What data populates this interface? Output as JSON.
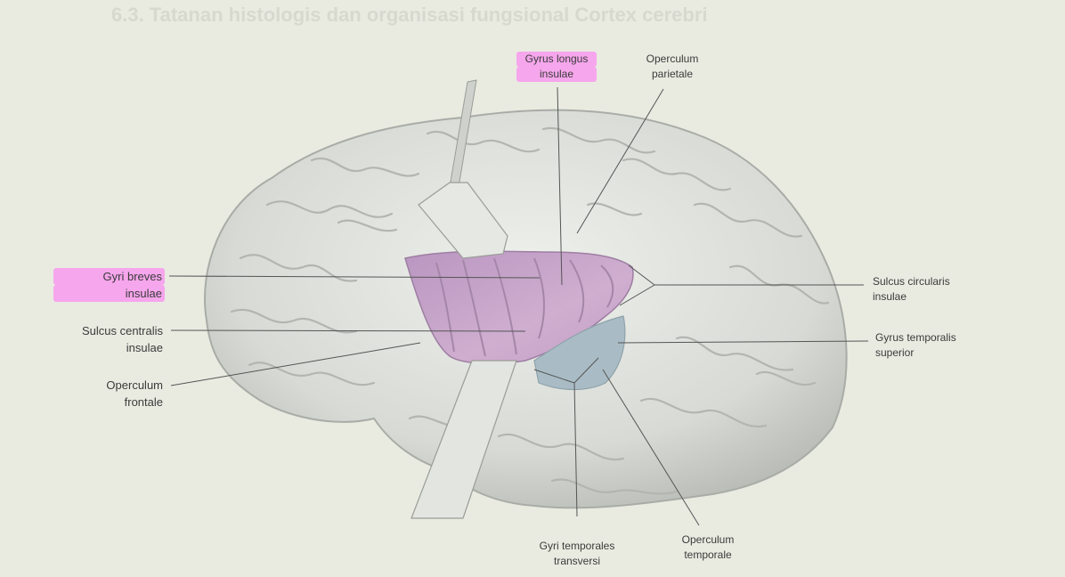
{
  "header": {
    "bleed_through": "6.3. Tatanan histologis dan organisasi fungsional Cortex cerebri"
  },
  "labels": {
    "gyrus_longus_insulae": [
      "Gyrus longus",
      "insulae"
    ],
    "operculum_parietale": [
      "Operculum",
      "parietale"
    ],
    "gyri_breves_insulae": [
      "Gyri breves",
      "insulae"
    ],
    "sulcus_centralis_insulae": [
      "Sulcus centralis",
      "insulae"
    ],
    "operculum_frontale": [
      "Operculum",
      "frontale"
    ],
    "sulcus_circularis_insulae": [
      "Sulcus circularis",
      "insulae"
    ],
    "gyrus_temporalis_superior": [
      "Gyrus temporalis",
      "superior"
    ],
    "gyri_temporales_transversi": [
      "Gyri temporales",
      "transversi"
    ],
    "operculum_temporale": [
      "Operculum",
      "temporale"
    ]
  },
  "colors": {
    "background": "#e9ebe1",
    "brain": "#dcded8",
    "insula": "#c9a6c8",
    "transverse_gyri": "#9fb3bd",
    "highlight": "#f6a6ec",
    "leader_line": "#555555"
  }
}
